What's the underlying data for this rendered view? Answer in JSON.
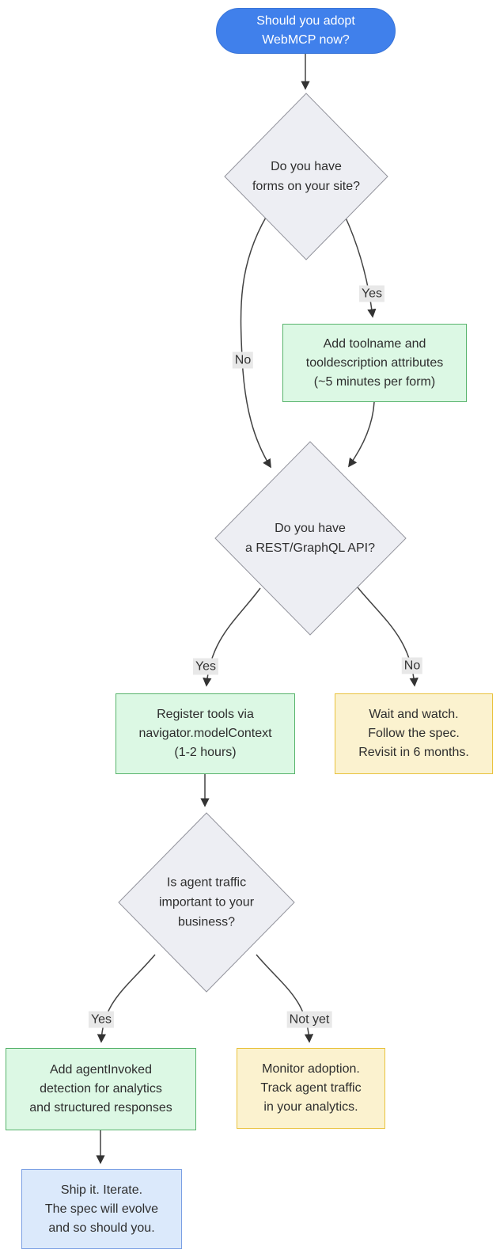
{
  "flowchart": {
    "nodes": {
      "start": {
        "label": "Should you adopt\nWebMCP now?",
        "type": "start"
      },
      "q_forms": {
        "label": "Do you have\nforms on your site?",
        "type": "decision"
      },
      "action_forms": {
        "label": "Add toolname and\ntooldescription attributes\n(~5 minutes per form)",
        "type": "action"
      },
      "q_api": {
        "label": "Do you have\na REST/GraphQL API?",
        "type": "decision"
      },
      "action_api": {
        "label": "Register tools via\nnavigator.modelContext\n(1-2 hours)",
        "type": "action"
      },
      "wait_watch": {
        "label": "Wait and watch.\nFollow the spec.\nRevisit in 6 months.",
        "type": "caution"
      },
      "q_traffic": {
        "label": "Is agent traffic\nimportant to your\nbusiness?",
        "type": "decision"
      },
      "action_analytics": {
        "label": "Add agentInvoked\ndetection for analytics\nand structured responses",
        "type": "action"
      },
      "monitor": {
        "label": "Monitor adoption.\nTrack agent traffic\nin your analytics.",
        "type": "caution"
      },
      "ship": {
        "label": "Ship it. Iterate.\nThe spec will evolve\nand so should you.",
        "type": "final"
      }
    },
    "edge_labels": {
      "forms_yes": "Yes",
      "forms_no": "No",
      "api_yes": "Yes",
      "api_no": "No",
      "traffic_yes": "Yes",
      "traffic_notyet": "Not yet"
    },
    "colors": {
      "start_fill": "#4080eb",
      "start_text": "#ffffff",
      "decision_fill": "#edeef3",
      "decision_border": "#92939c",
      "action_fill": "#dcf8e4",
      "action_border": "#57b36b",
      "caution_fill": "#fbf2cf",
      "caution_border": "#e9c23d",
      "final_fill": "#dbe9fb",
      "final_border": "#7ba0e4",
      "edge_line": "#424242",
      "edge_label_bg": "#e8e8e8"
    }
  }
}
